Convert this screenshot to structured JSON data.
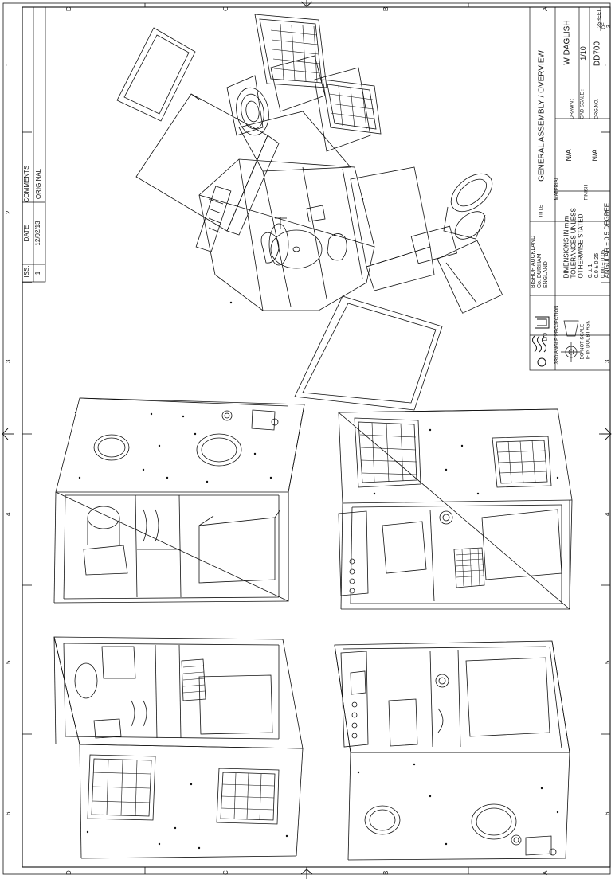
{
  "border": {
    "row_letters": [
      "D",
      "C",
      "B",
      "A"
    ],
    "column_numbers": [
      "1",
      "2",
      "3",
      "4",
      "5",
      "6"
    ]
  },
  "revisions": {
    "headers": {
      "iss": "ISS.",
      "date": "DATE",
      "comments": "COMMENTS"
    },
    "rows": [
      {
        "iss": "1",
        "date": "12/02/13",
        "comments": "ORIGINAL"
      }
    ]
  },
  "title_block": {
    "company": [
      "BISHOP AUCKLAND",
      "Co. DURHAM",
      "ENGLAND"
    ],
    "logo_text": "LTD",
    "projection": "3RD ANGLE PROJECTION",
    "do_not_scale": [
      "DO NOT SCALE",
      "IF IN DOUBT ASK"
    ],
    "tolerance_lines": [
      "DIMENSIONS IN m.m",
      "TOLERANCES UNLESS",
      "OTHERWISE STATED"
    ],
    "tolerance_values": [
      "0.      ± 1",
      "0.0     ± 0.25",
      "0.00    ± 0.05",
      "ANGULAR ± 0.5 DEGREE"
    ],
    "title_label": "TITLE",
    "title": "GENERAL ASSEMBLY / OVERVIEW",
    "material_label": "MATERIAL",
    "material": "N/A",
    "finish_label": "FINISH",
    "finish": "N/A",
    "drawn_label": "DRAWN :",
    "drawn": "W DAGLISH",
    "scale_label": "CAD SCALE :",
    "scale": "1/10",
    "drg_label": "DRG.NO.",
    "drg_no": "DD700",
    "sheet_label": "SHEET",
    "sheet_no": "2",
    "sheet_of": "OF",
    "sheet_total": "3"
  }
}
